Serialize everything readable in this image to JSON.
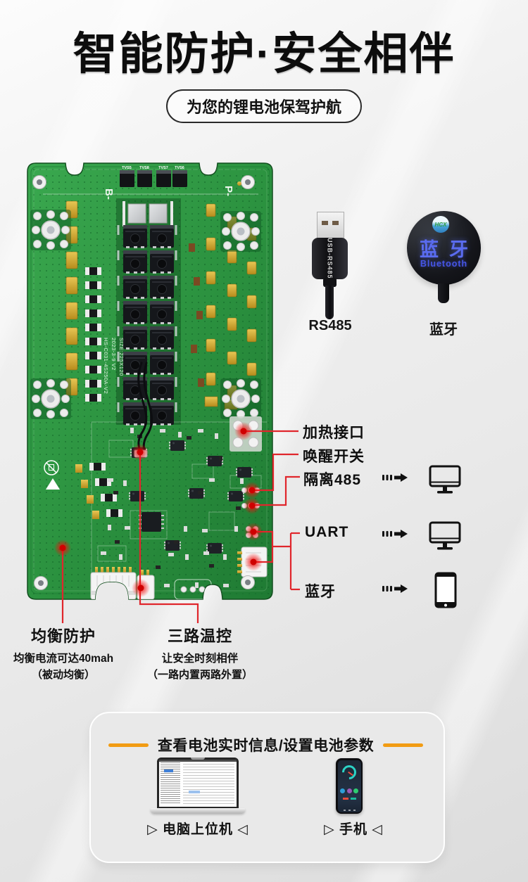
{
  "header": {
    "title": "智能防护·安全相伴",
    "subtitle": "为您的锂电池保驾护航"
  },
  "accessories": {
    "rs485": {
      "device_text": "USB-RS485",
      "caption": "RS485"
    },
    "bluetooth": {
      "logo_text": "HCX",
      "device_text": "蓝牙",
      "device_subtext": "Bluetooth",
      "caption": "蓝牙"
    }
  },
  "pcb": {
    "terminal_left": "B-",
    "terminal_right": "P-",
    "tvs_labels": [
      "TVS5",
      "TVS8",
      "TVS7",
      "TVS6"
    ],
    "model": "HS-C031-4S250A-V2",
    "rev": "2023-3-9 V2",
    "size": "SIZE:225X120"
  },
  "callouts": {
    "heating": "加热接口",
    "wake": "唤醒开关",
    "iso485": "隔离485",
    "uart": "UART",
    "bluetooth": "蓝牙"
  },
  "features": [
    {
      "title": "均衡防护",
      "desc1": "均衡电流可达40mah",
      "desc2": "（被动均衡）"
    },
    {
      "title": "三路温控",
      "desc1": "让安全时刻相伴",
      "desc2": "（一路内置两路外置）"
    }
  ],
  "info_card": {
    "title": "查看电池实时信息/设置电池参数",
    "pc_label": "▷ 电脑上位机 ◁",
    "phone_label": "▷ 手机 ◁"
  },
  "colors": {
    "callout_red": "#e0262c",
    "accent_orange": "#f29c13",
    "pcb_green": "#2f9e44",
    "bluetooth_text_blue": "#5a6cf0"
  }
}
